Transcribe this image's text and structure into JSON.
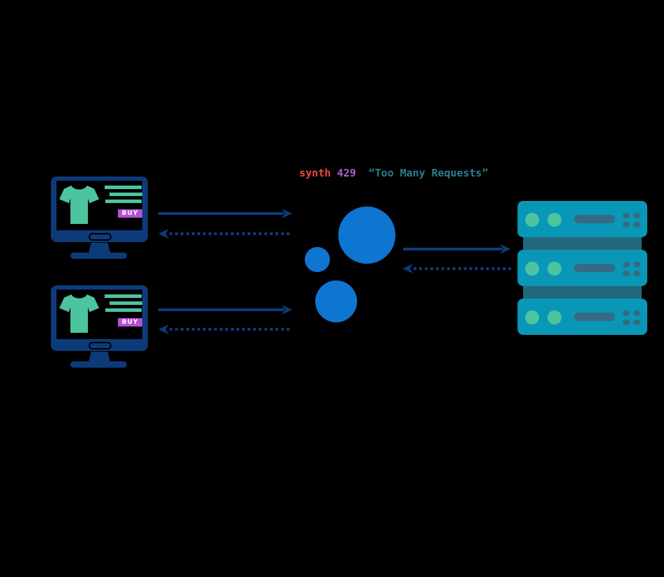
{
  "colors": {
    "background": "#000000",
    "navy": "#0d3b7a",
    "blue": "#0e76d1",
    "green": "#4cc4a0",
    "purple": "#b44fd6",
    "server-teal": "#0997b8",
    "server-dark": "#356b82",
    "server-band": "#23687d",
    "caption-red": "#f2453d",
    "caption-violet": "#aa5fc4",
    "caption-teal": "#27808f",
    "white": "#ffffff"
  },
  "caption": {
    "source": "synth",
    "status_code": "429",
    "status_message": "“Too Many Requests”"
  },
  "clients": [
    {
      "buy_label": "BUY"
    },
    {
      "buy_label": "BUY"
    }
  ],
  "icons": {
    "client": "desktop-monitor-with-product-page",
    "rate_limiter": "blue-bubble-cluster",
    "server": "server-rack-3-units",
    "request": "solid-right-arrow",
    "response": "dotted-left-arrow"
  }
}
